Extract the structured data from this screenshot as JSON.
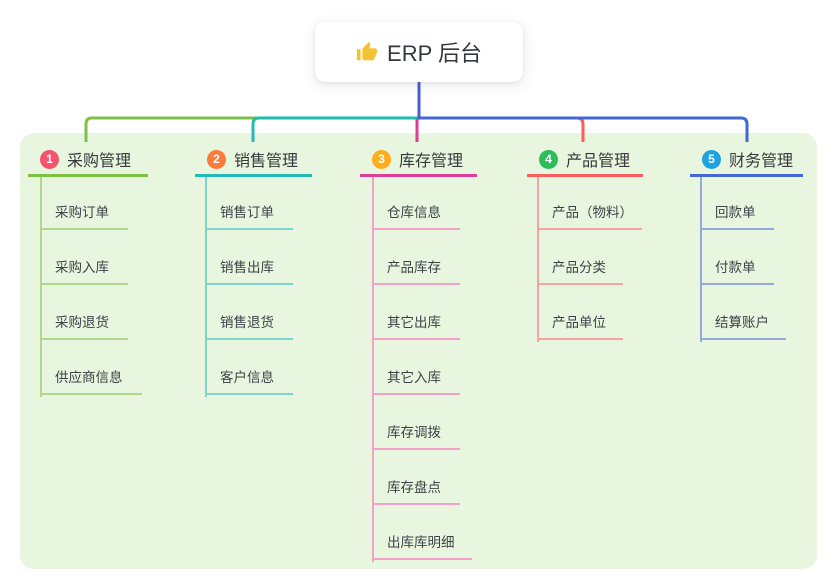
{
  "root": {
    "label": "ERP 后台",
    "icon": "thumbs-up"
  },
  "colors": {
    "canvas_bg": "#ffffff",
    "panel_bg": "#e8f6e0",
    "trunk": "#4c5ed2",
    "text": "#3a3f45",
    "branch1": "#7cc144",
    "branch1_light": "#b2d98b",
    "badge1": "#f6536f",
    "branch2": "#22bcb4",
    "branch2_light": "#7fd4cc",
    "badge2": "#fb7b3c",
    "branch3": "#dd3d98",
    "branch3_light": "#f2a0c8",
    "badge3": "#fcae1e",
    "branch4": "#f95d5d",
    "branch4_light": "#f5a3a3",
    "badge4": "#2dbd5b",
    "branch5": "#4467d6",
    "branch5_light": "#93a9dd",
    "badge5": "#20a2e2",
    "thumb_icon": "#f3c430"
  },
  "branches": [
    {
      "num": "1",
      "label": "采购管理",
      "items": [
        "采购订单",
        "采购入库",
        "采购退货",
        "供应商信息"
      ]
    },
    {
      "num": "2",
      "label": "销售管理",
      "items": [
        "销售订单",
        "销售出库",
        "销售退货",
        "客户信息"
      ]
    },
    {
      "num": "3",
      "label": "库存管理",
      "items": [
        "仓库信息",
        "产品库存",
        "其它出库",
        "其它入库",
        "库存调拨",
        "库存盘点",
        "出库库明细"
      ]
    },
    {
      "num": "4",
      "label": "产品管理",
      "items": [
        "产品（物料）",
        "产品分类",
        "产品单位"
      ]
    },
    {
      "num": "5",
      "label": "财务管理",
      "items": [
        "回款单",
        "付款单",
        "结算账户"
      ]
    }
  ]
}
